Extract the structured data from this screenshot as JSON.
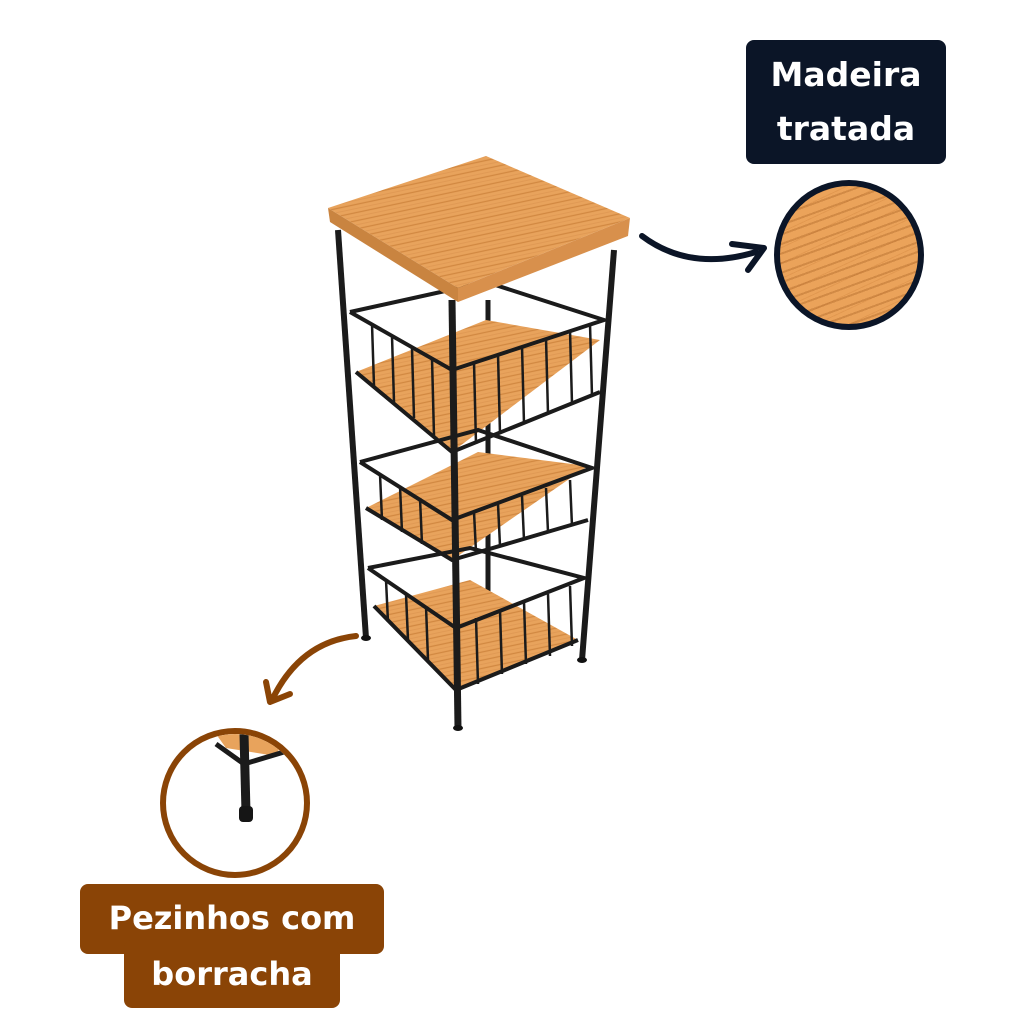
{
  "callouts": {
    "wood": {
      "line1": "Madeira",
      "line2": "tratada",
      "bg_color": "#0b1527",
      "icon": "wood-grain-closeup"
    },
    "feet": {
      "line1": "Pezinhos com",
      "line2": "borracha",
      "bg_color": "#8a4406",
      "icon": "rubber-foot-closeup"
    }
  },
  "product": {
    "type": "shelf-rack",
    "tiers": 4,
    "materials": [
      "wood",
      "black metal wire"
    ],
    "wood_color": "#e8a25a",
    "metal_color": "#1a1a1a"
  },
  "arrows": {
    "wood_arrow_color": "#0b1527",
    "feet_arrow_color": "#8a4406"
  }
}
